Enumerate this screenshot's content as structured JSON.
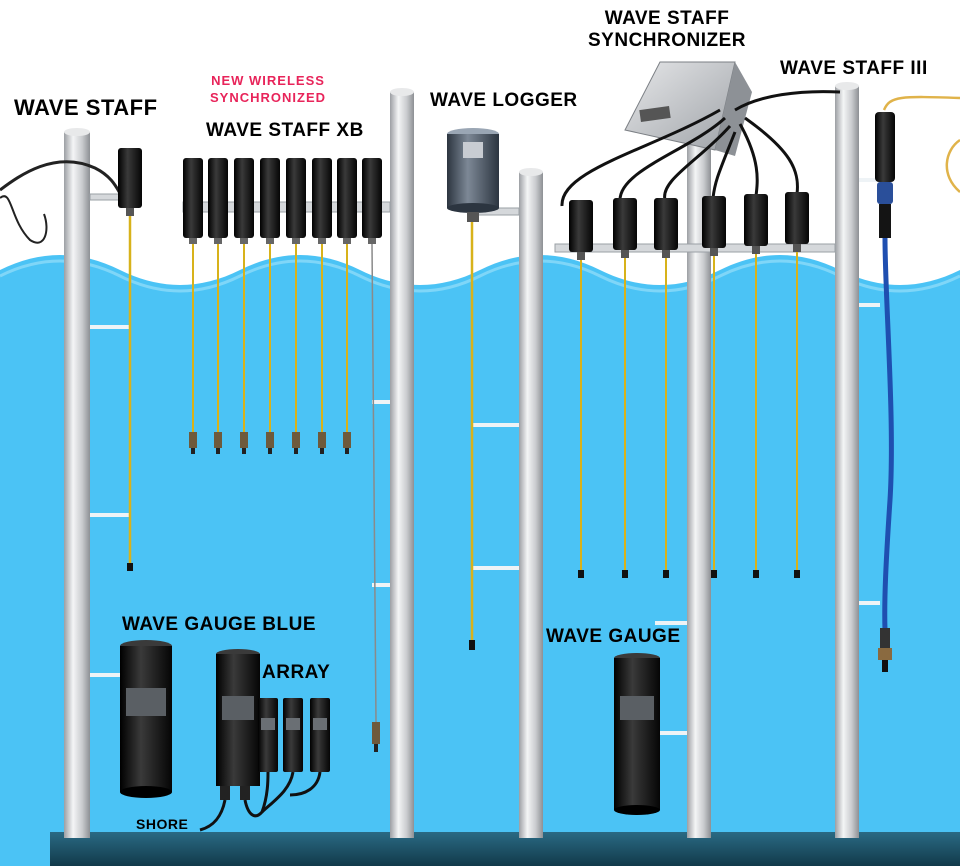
{
  "labels": {
    "wave_staff": "WAVE STAFF",
    "new_wireless_line1": "NEW WIRELESS",
    "new_wireless_line2": "SYNCHRONIZED",
    "wave_staff_xb": "WAVE STAFF XB",
    "wave_logger": "WAVE LOGGER",
    "wave_staff_synchronizer_line1": "WAVE STAFF",
    "wave_staff_synchronizer_line2": "SYNCHRONIZER",
    "wave_staff_iii": "WAVE STAFF III",
    "wave_gauge_blue": "WAVE GAUGE BLUE",
    "array": "ARRAY",
    "shore": "SHORE",
    "wave_gauge": "WAVE GAUGE"
  },
  "colors": {
    "water": "#4bc3f5",
    "water_light": "#7fd6f8",
    "seabed": "#1f5a70",
    "pole": "#d4d6d8",
    "sensor": "#141414",
    "staff_wire": "#d8b21a",
    "cable_blue": "#1f4fb0",
    "highlight_text": "#e8245a"
  }
}
